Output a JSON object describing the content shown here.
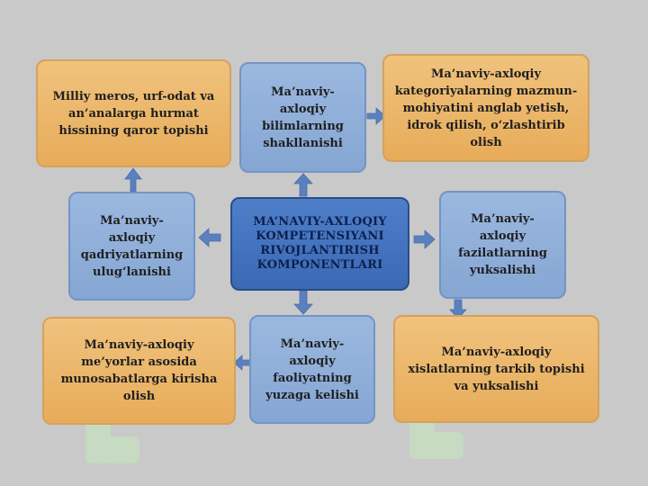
{
  "center": {
    "text": "MA’NAVIY-AXLOQIY KOMPETENSIYANI RIVOJLANTIRISH KOMPONENTLARI"
  },
  "boxes": {
    "top_left": "Milliy meros, urf-odat va an’analarga hurmat hissining qaror topishi",
    "top_center": "Ma’naviy-axloqiy bilimlarning shakllanishi",
    "top_right": "Ma’naviy-axloqiy kategoriyalarning mazmun-mohiyatini anglab yetish, idrok qilish, o‘zlashtirib olish",
    "mid_left": "Ma’naviy-axloqiy qadriyatlarning ulug‘lanishi",
    "mid_right": "Ma’naviy-axloqiy fazilatlarning yuksalishi",
    "bottom_left": "Ma’naviy-axloqiy me’yorlar asosida munosabatlarga kirisha olish",
    "bottom_center": "Ma’naviy-axloqiy faoliyatning yuzaga kelishi",
    "bottom_right": "Ma’naviy-axloqiy xislatlarning tarkib topishi va yuksalishi"
  },
  "colors": {
    "orange": "#e9b163",
    "light_blue": "#8fafd9",
    "center_blue": "#4474be",
    "arrow": "#5b80bf",
    "watermark": "#bfe6b7"
  }
}
